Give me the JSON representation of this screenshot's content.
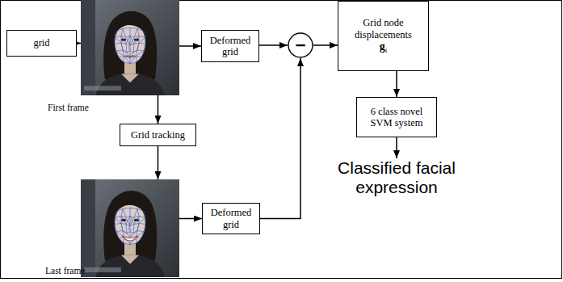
{
  "diagram": {
    "nodes": [
      {
        "text": [
          "grid"
        ]
      },
      {
        "text": [
          "First frame"
        ]
      },
      {
        "text": [
          "Deformed grid"
        ]
      },
      {
        "text": [
          "−"
        ]
      },
      {
        "text": [
          "Grid node displacements",
          "g",
          "i"
        ]
      },
      {
        "text": [
          "Grid tracking"
        ]
      },
      {
        "text": [
          "Last frame"
        ]
      },
      {
        "text": [
          "Deformed grid"
        ]
      },
      {
        "text": [
          "6 class novel SVM system"
        ]
      },
      {
        "text": [
          "Classified facial expression"
        ]
      }
    ],
    "edges": [
      {
        "from": 0,
        "to": 1,
        "arrow": "to"
      },
      {
        "from": 1,
        "to": 2,
        "arrow": "to"
      },
      {
        "from": 2,
        "to": 3,
        "arrow": "to"
      },
      {
        "from": 3,
        "to": 4,
        "arrow": "to"
      },
      {
        "from": 1,
        "to": 5,
        "arrow": "to"
      },
      {
        "from": 5,
        "to": 6,
        "arrow": "to"
      },
      {
        "from": 6,
        "to": 7,
        "arrow": "to"
      },
      {
        "from": 7,
        "to": 3,
        "arrow": "to"
      },
      {
        "from": 4,
        "to": 8,
        "arrow": "to"
      },
      {
        "from": 8,
        "to": 9,
        "arrow": "to"
      }
    ]
  }
}
